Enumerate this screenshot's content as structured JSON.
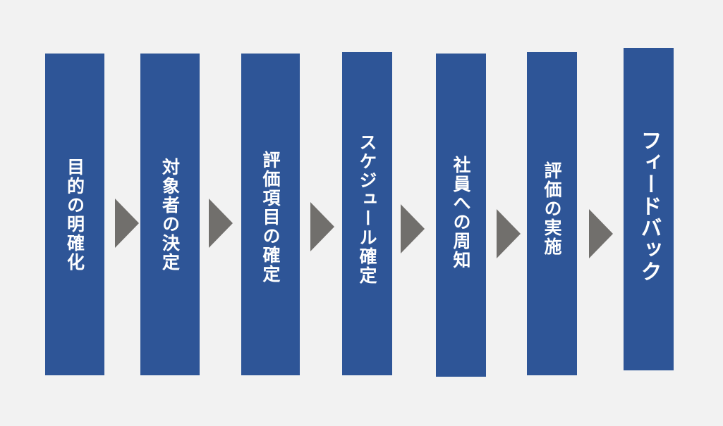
{
  "colors": {
    "background": "#f2f2f2",
    "step_fill": "#2e5597",
    "step_text": "#ffffff",
    "arrow": "#716f6c"
  },
  "steps": [
    {
      "label": "目的の明確化"
    },
    {
      "label": "対象者の決定"
    },
    {
      "label": "評価項目の確定"
    },
    {
      "label": "スケジュール確定"
    },
    {
      "label": "社員への周知"
    },
    {
      "label": "評価の実施"
    },
    {
      "label": "フィードバック"
    }
  ]
}
